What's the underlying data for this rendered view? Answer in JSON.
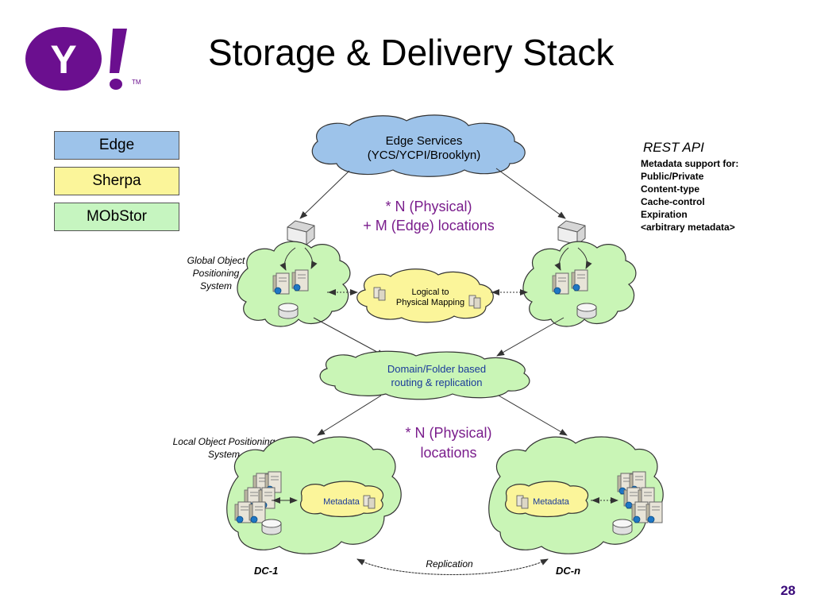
{
  "slide": {
    "title": "Storage & Delivery Stack",
    "number": "28",
    "logo_text": "Y!",
    "logo_letter": "Y",
    "logo_tm": "TM"
  },
  "legend": [
    {
      "label": "Edge",
      "color": "#9dc3ea"
    },
    {
      "label": "Sherpa",
      "color": "#fbf59a"
    },
    {
      "label": "MObStor",
      "color": "#c6f5c0"
    }
  ],
  "colors": {
    "edge_cloud": "#9dc3ea",
    "sherpa_cloud": "#fbf59a",
    "mobstor_cloud": "#c9f5b6",
    "purple_text": "#7a1d8c",
    "logo_purple": "#6b0f8f",
    "arrow": "#333333"
  },
  "diagram": {
    "edge_services": {
      "line1": "Edge Services",
      "line2": "(YCS/YCPI/Brooklyn)"
    },
    "physical_edge": {
      "line1": "* N (Physical)",
      "line2": "+ M (Edge) locations"
    },
    "rest_api": {
      "title": "REST API",
      "lines": [
        "Metadata support for:",
        "Public/Private",
        "Content-type",
        "Cache-control",
        "Expiration",
        "<arbitrary metadata>"
      ]
    },
    "global_label": {
      "line1": "Global Object",
      "line2": "Positioning",
      "line3": "System"
    },
    "logical_mapping": {
      "line1": "Logical to",
      "line2": "Physical Mapping"
    },
    "domain_routing": {
      "line1": "Domain/Folder based",
      "line2": "routing & replication"
    },
    "physical_locations": {
      "line1": "* N (Physical)",
      "line2": "locations"
    },
    "local_label": {
      "line1": "Local Object Positioning",
      "line2": "System"
    },
    "metadata_left": "Metadata",
    "metadata_right": "Metadata",
    "replication": "Replication",
    "dc1": "DC-1",
    "dcn": "DC-n"
  }
}
